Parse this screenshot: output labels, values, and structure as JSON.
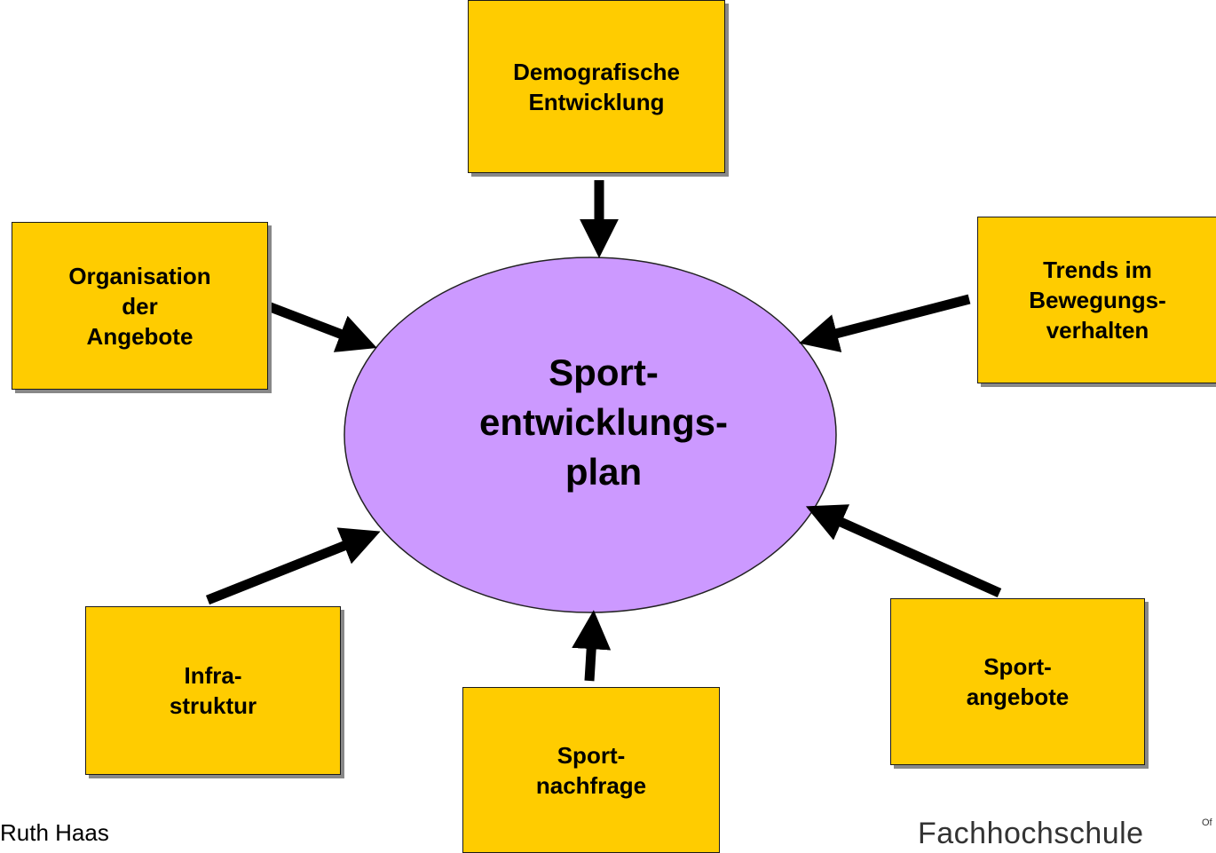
{
  "center": {
    "label": "Sport-\nentwicklungs-\nplan",
    "fill": "#cc99ff"
  },
  "box_fill": "#ffcc00",
  "arrow_color": "#000000",
  "boxes": {
    "demografie": "Demografische\nEntwicklung",
    "organisation": "Organisation\nder\nAngebote",
    "trends": "Trends im\nBewegungs-\nverhalten",
    "infrastruktur": "Infra-\nstruktur",
    "nachfrage": "Sport-\nnachfrage",
    "angebote": "Sport-\nangebote"
  },
  "footer": {
    "author": "Ruth Haas",
    "logo_text": "Fachhochschule",
    "logo_mark": "Of"
  }
}
